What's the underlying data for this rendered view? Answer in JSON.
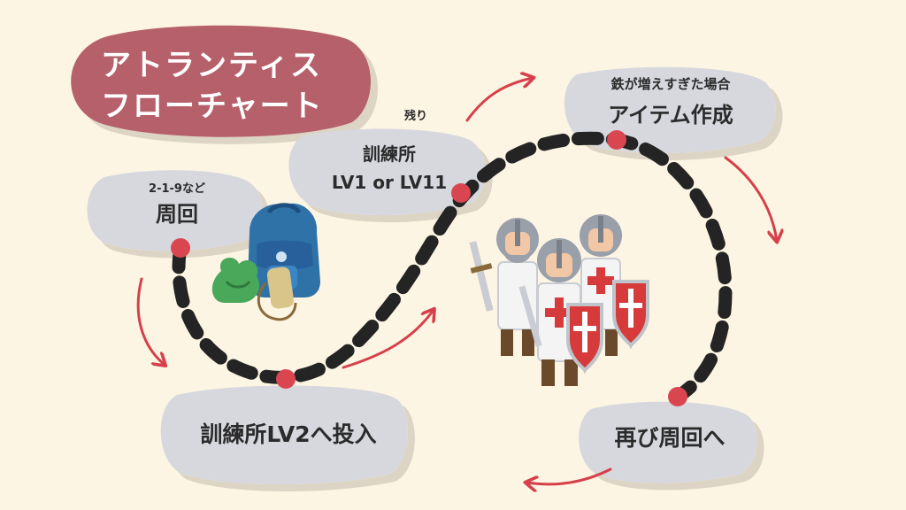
{
  "title": {
    "line1": "アトランティス",
    "line2": "フローチャート"
  },
  "nodes": {
    "loop": {
      "note": "2-1-9など",
      "label": "周回"
    },
    "training_remaining": {
      "note": "残り",
      "line1": "訓練所",
      "line2": "LV1 or LV11"
    },
    "item": {
      "note": "鉄が増えすぎた場合",
      "label": "アイテム作成"
    },
    "invest": {
      "label": "訓練所LV2へ投入"
    },
    "again": {
      "label": "再び周回へ"
    }
  },
  "colors": {
    "background": "#fdf5e3",
    "title_blob": "#b5606a",
    "bubble": "#d6d8de",
    "path": "#242424",
    "dot": "#d9464f",
    "arrow": "#d6404a"
  },
  "icons": [
    "backpack-icon",
    "knights-illustration"
  ]
}
